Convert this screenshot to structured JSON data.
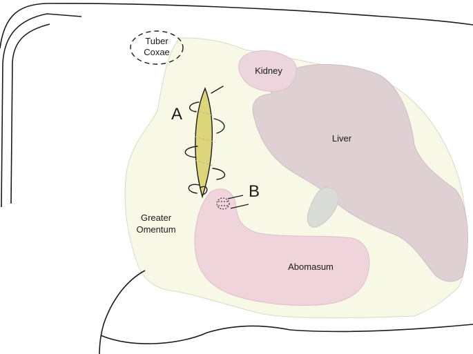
{
  "labels": {
    "tuber_coxae_line1": "Tuber",
    "tuber_coxae_line2": "Coxae",
    "kidney": "Kidney",
    "liver": "Liver",
    "omentum_line1": "Greater",
    "omentum_line2": "Omentum",
    "abomasum": "Abomasum",
    "marker_a": "A",
    "marker_b": "B"
  },
  "colors": {
    "omentum_fill": "#f8f8e6",
    "kidney_fill": "#ecd5dc",
    "liver_fill": "#dfd0d4",
    "abomasum_fill": "#f0d4dc",
    "incision_fill": "#ddd57a",
    "gallbladder_fill": "#d9dbd6",
    "outline": "#1a1a1a"
  }
}
